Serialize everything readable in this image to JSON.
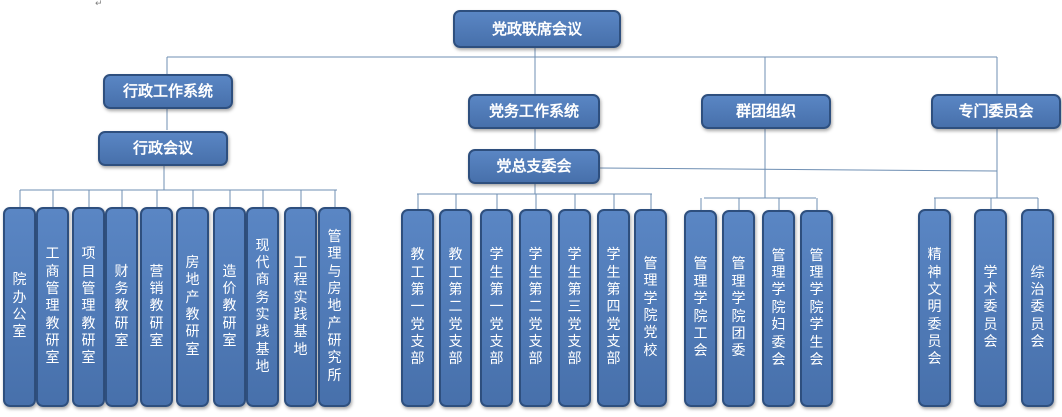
{
  "paragraph_mark": "↵",
  "root": {
    "label": "党政联席会议"
  },
  "groups": {
    "admin": {
      "label": "行政工作系统",
      "sub_label": "行政会议"
    },
    "party": {
      "label": "党务工作系统",
      "sub_label": "党总支委会"
    },
    "mass": {
      "label": "群团组织"
    },
    "committee": {
      "label": "专门委员会"
    }
  },
  "admin_units": [
    "院办公室",
    "工商管理教研室",
    "项目管理教研室",
    "财务教研室",
    "营销教研室",
    "房地产教研室",
    "造价教研室",
    "现代商务实践基地",
    "工程实践基地",
    "管理与房地产研究所"
  ],
  "party_units": [
    "教工第一党支部",
    "教工第二党支部",
    "学生第一党支部",
    "学生第二党支部",
    "学生第三党支部",
    "学生第四党支部",
    "管理学院党校"
  ],
  "mass_units": [
    "管理学院工会",
    "管理学院团委",
    "管理学院妇委会",
    "管理学院学生会"
  ],
  "committee_units": [
    "精神文明委员会",
    "学术委员会",
    "综治委员会"
  ]
}
